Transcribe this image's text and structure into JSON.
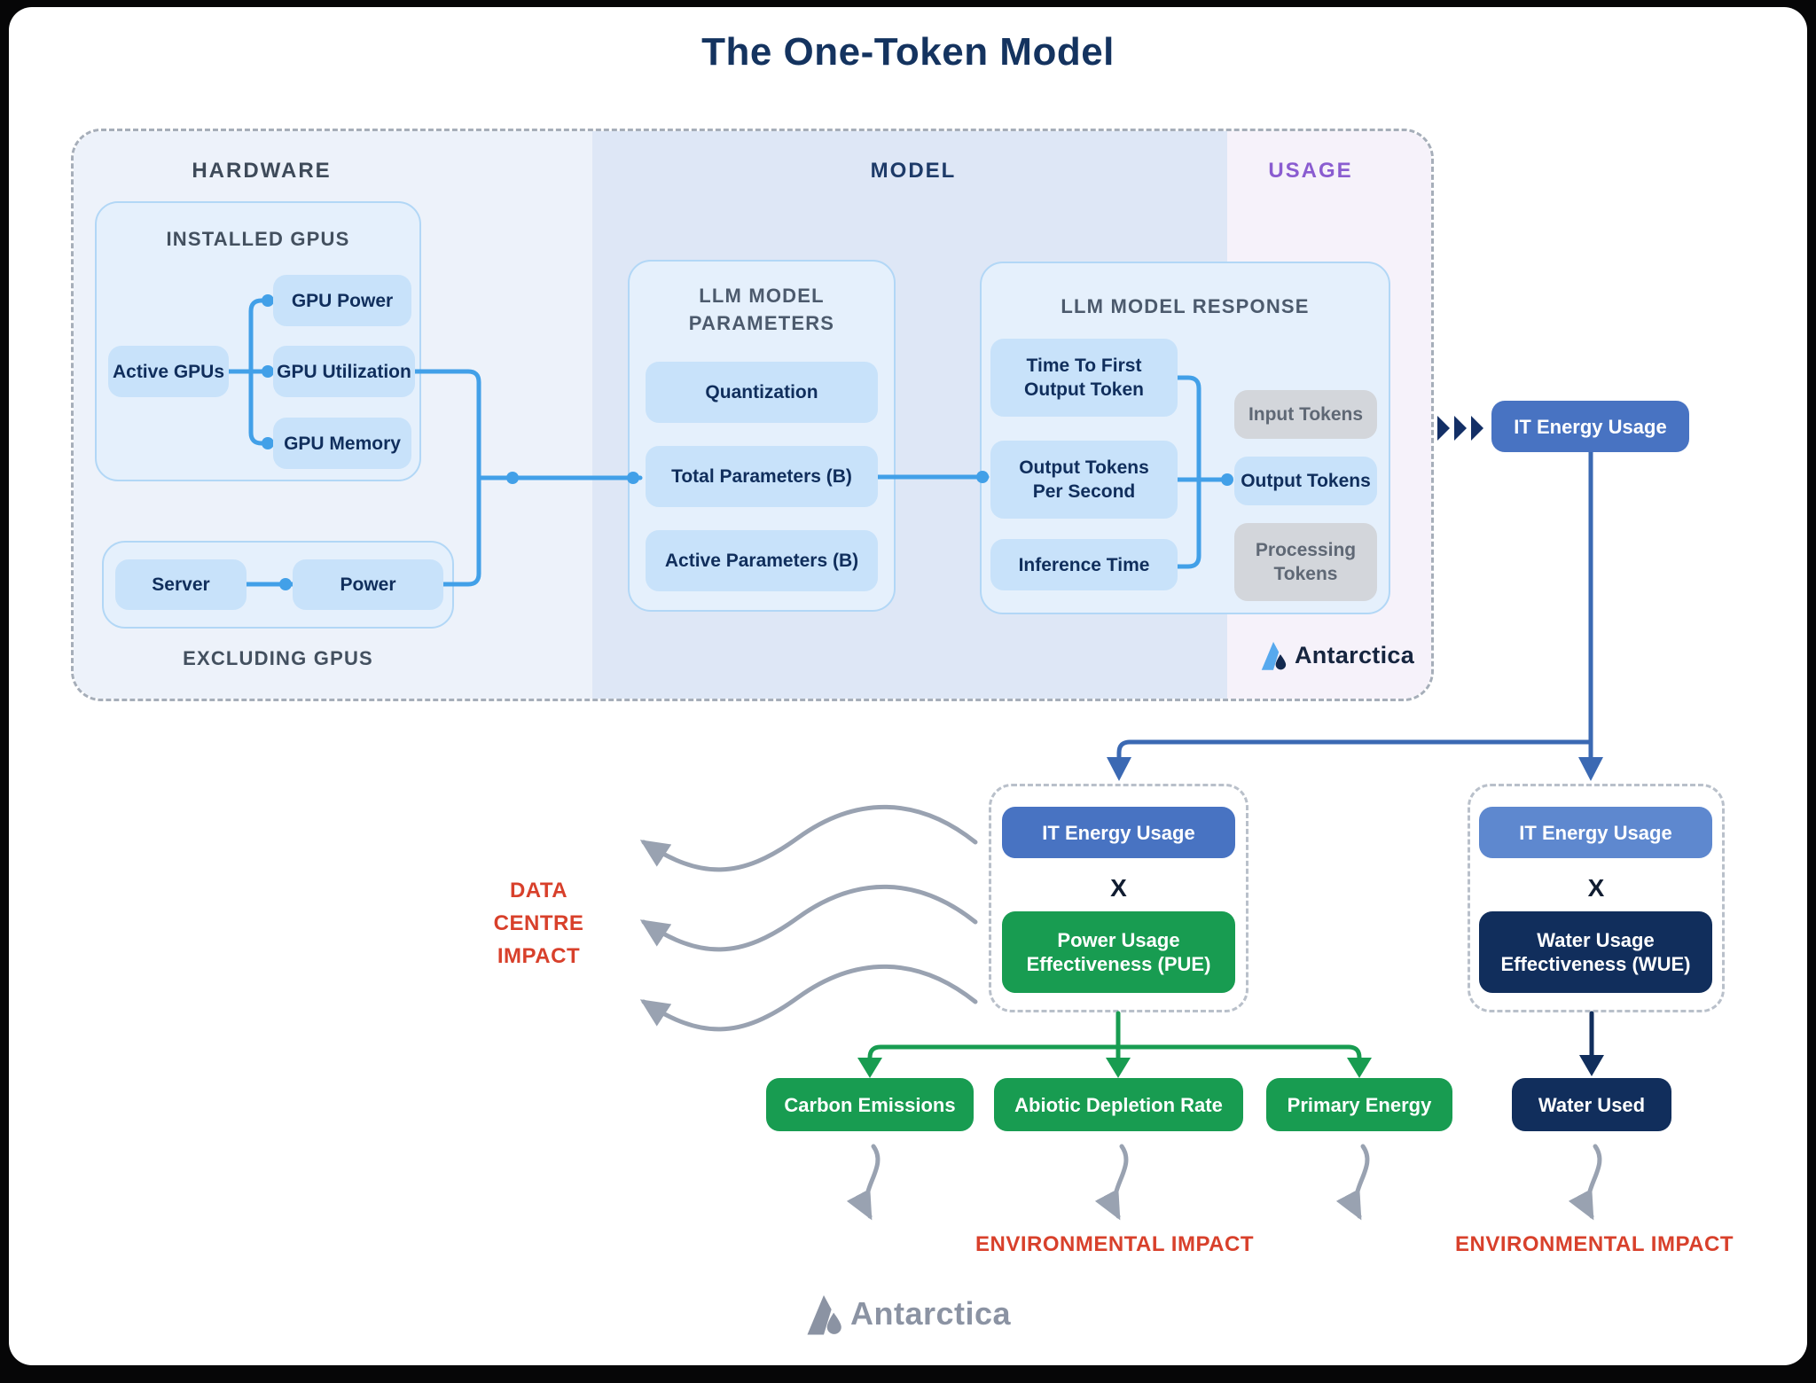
{
  "title": "The One-Token Model",
  "brand": {
    "name": "Antarctica"
  },
  "colors": {
    "accent_blue": "#4873c2",
    "accent_blue_light": "#5e88cf",
    "connector_blue": "#42a0e8",
    "flow_blue": "#3b69b3",
    "green": "#189c51",
    "navy": "#112e5c",
    "red": "#d8402b",
    "purple": "#8a5cd0",
    "gray_token": "#d3d6db"
  },
  "sections": {
    "hardware": {
      "label": "HARDWARE"
    },
    "model": {
      "label": "MODEL"
    },
    "usage": {
      "label": "USAGE"
    }
  },
  "hardware": {
    "installed": {
      "title": "INSTALLED GPUS",
      "source": "Active GPUs",
      "items": [
        "GPU Power",
        "GPU Utilization",
        "GPU Memory"
      ]
    },
    "excluding": {
      "title": "EXCLUDING GPUS",
      "source": "Server",
      "target": "Power"
    }
  },
  "model": {
    "parameters": {
      "title": "LLM MODEL\nPARAMETERS",
      "items": [
        "Quantization",
        "Total Parameters (B)",
        "Active Parameters (B)"
      ]
    },
    "response": {
      "title": "LLM MODEL RESPONSE",
      "metrics": [
        "Time To First\nOutput Token",
        "Output Tokens\nPer Second",
        "Inference Time"
      ],
      "tokens": [
        {
          "label": "Input Tokens",
          "style": "gray"
        },
        {
          "label": "Output Tokens",
          "style": "blue"
        },
        {
          "label": "Processing\nTokens",
          "style": "gray"
        }
      ]
    }
  },
  "flow": {
    "it_energy_usage": "IT Energy Usage",
    "multiply": "X",
    "pue": "Power Usage\nEffectiveness (PUE)",
    "wue": "Water Usage\nEffectiveness (WUE)",
    "green_outputs": [
      "Carbon Emissions",
      "Abiotic Depletion Rate",
      "Primary Energy"
    ],
    "water_used": "Water Used",
    "data_centre_impact": "DATA\nCENTRE\nIMPACT",
    "environmental_impact": "ENVIRONMENTAL IMPACT"
  }
}
